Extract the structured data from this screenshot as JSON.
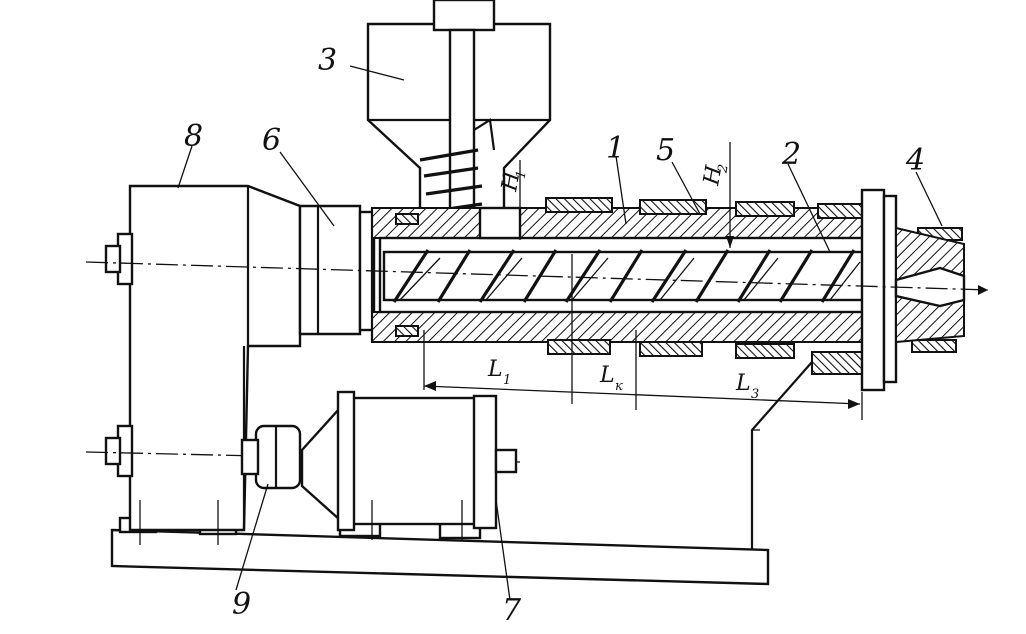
{
  "diagram": {
    "callouts": {
      "barrel": "1",
      "screw": "2",
      "hopper": "3",
      "die_head": "4",
      "heater": "5",
      "gearbox_coupling": "6",
      "motor": "7",
      "drive_housing": "8",
      "coupling": "9"
    },
    "dimensions": {
      "L1": {
        "main": "L",
        "sub": "1"
      },
      "Lk": {
        "main": "L",
        "sub": "к"
      },
      "L3": {
        "main": "L",
        "sub": "3"
      },
      "H1": {
        "main": "H",
        "sub": "1"
      },
      "H2": {
        "main": "H",
        "sub": "2"
      }
    }
  }
}
